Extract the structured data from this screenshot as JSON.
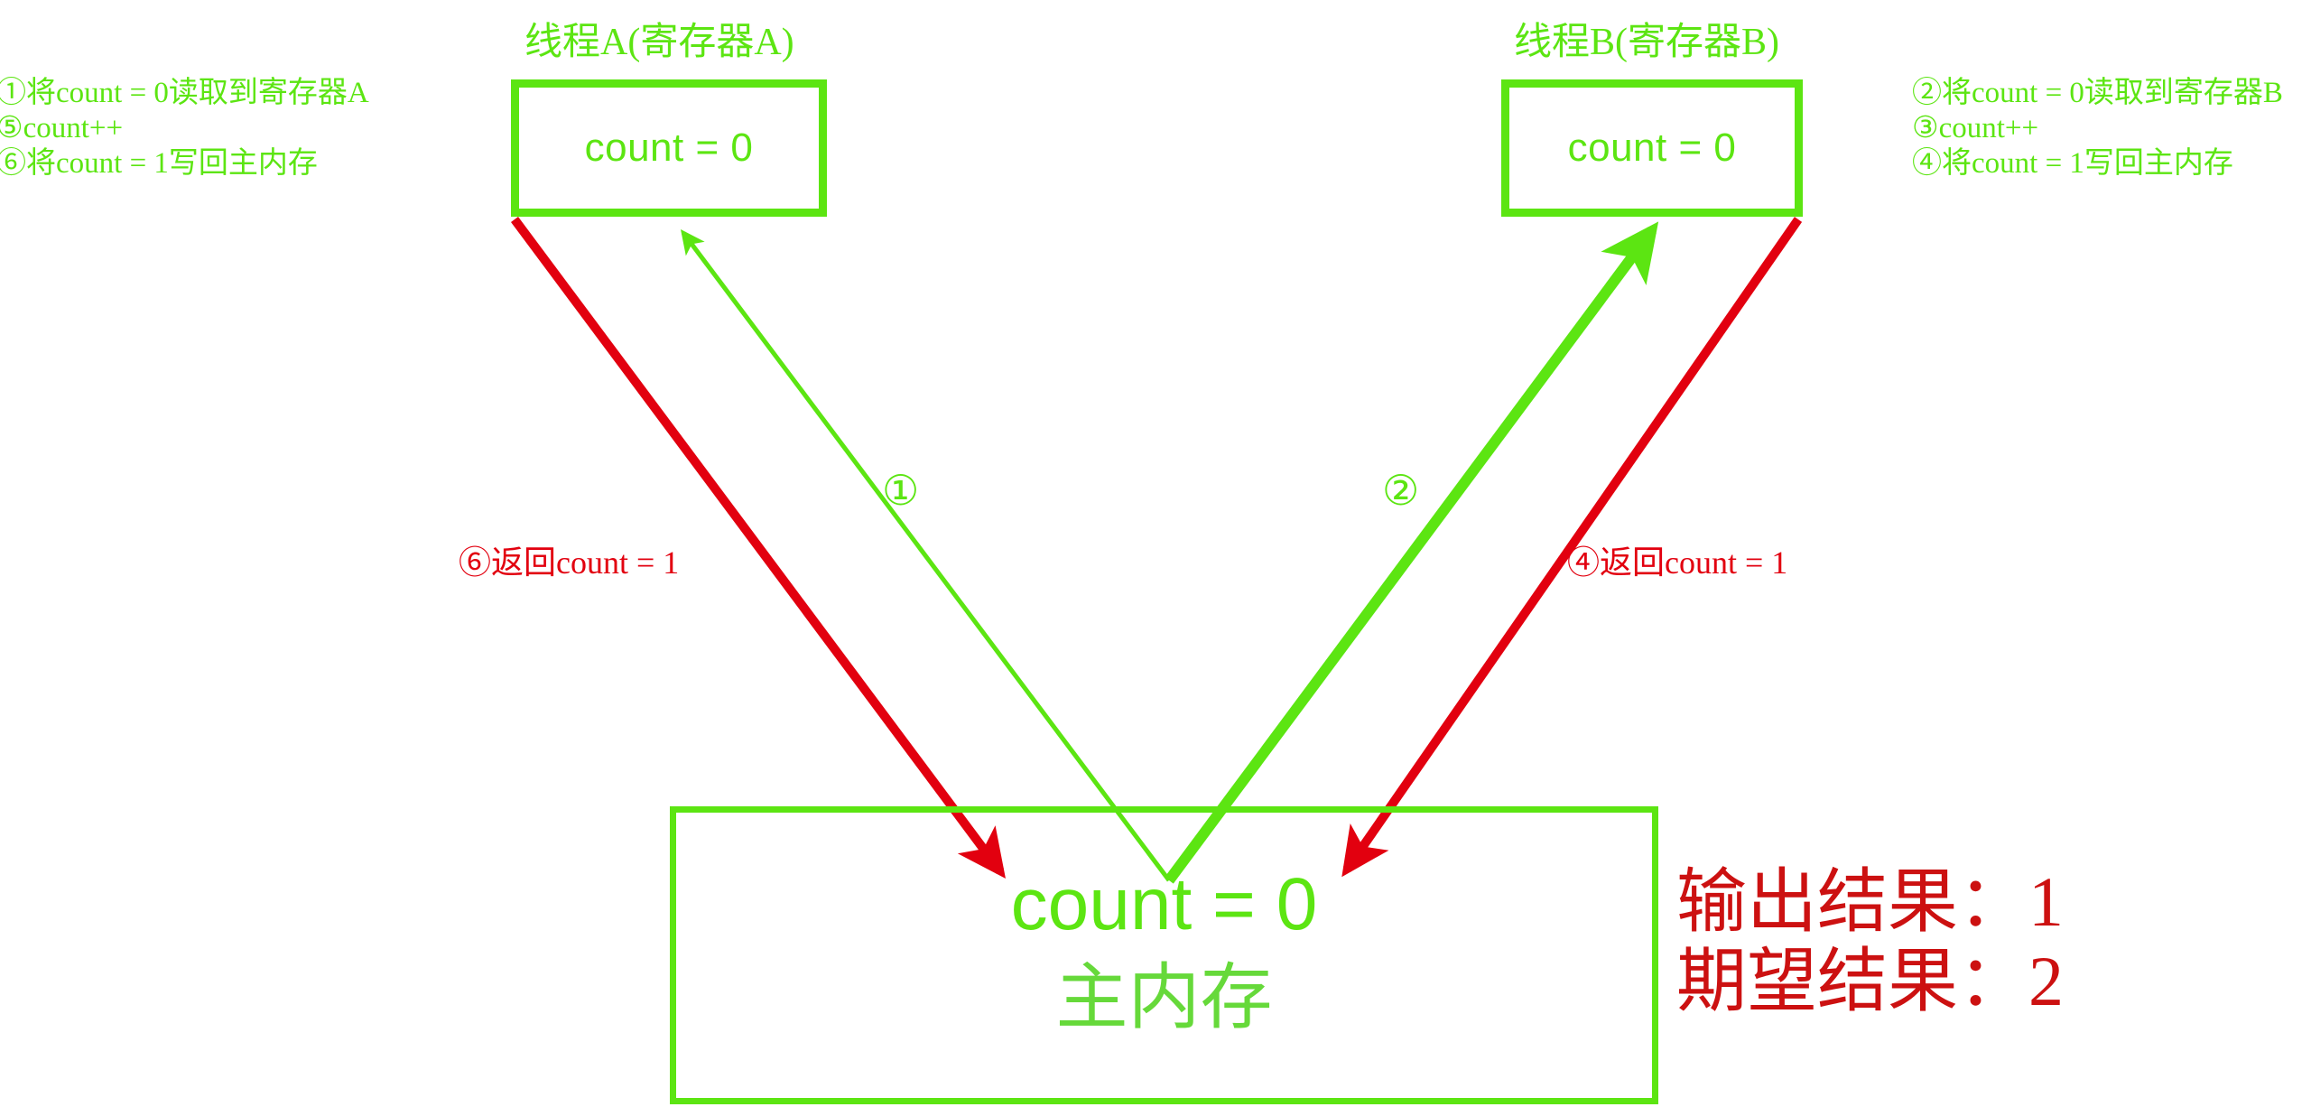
{
  "colors": {
    "green": "#5ce512",
    "red": "#e2000f",
    "dark_red": "#cc1111",
    "background": "#ffffff"
  },
  "thread_a": {
    "title": "线程A(寄存器A)",
    "value": "count = 0",
    "notes": [
      "①将count = 0读取到寄存器A",
      "⑤count++",
      "⑥将count = 1写回主内存"
    ]
  },
  "thread_b": {
    "title": "线程B(寄存器B)",
    "value": "count = 0",
    "notes": [
      "②将count = 0读取到寄存器B",
      "③count++",
      "④将count = 1写回主内存"
    ]
  },
  "main_memory": {
    "value": "count = 0",
    "label": "主内存"
  },
  "edges": {
    "read_a_marker": "①",
    "read_b_marker": "②",
    "write_a_label": "⑥返回count = 1",
    "write_b_label": "④返回count = 1"
  },
  "results": {
    "actual": "输出结果：1",
    "expected": "期望结果：2"
  }
}
